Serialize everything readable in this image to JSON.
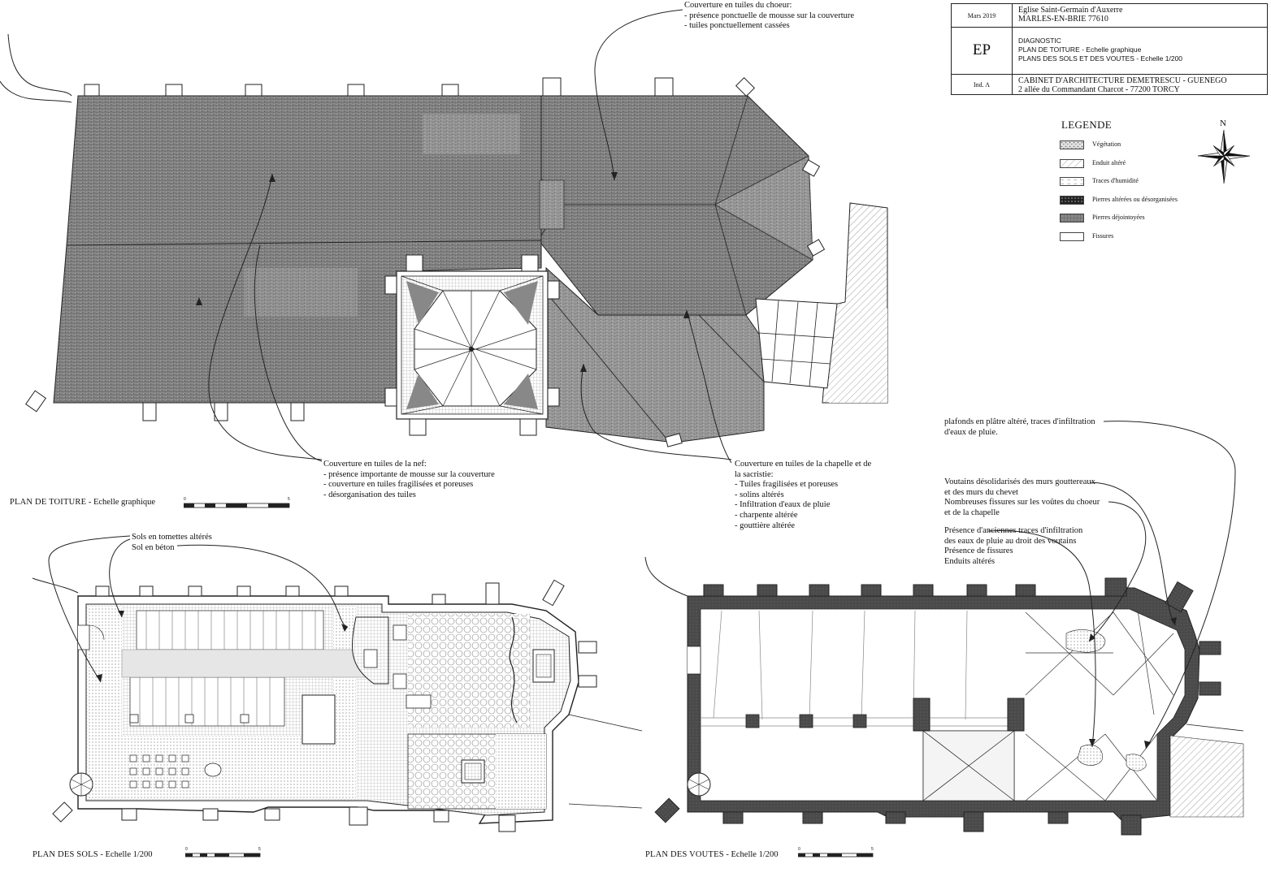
{
  "cartouche": {
    "date": "Mars 2019",
    "church": "Eglise Saint-Germain d'Auxerre",
    "town": "MARLES-EN-BRIE 77610",
    "phase": "EP",
    "doc_title": "DIAGNOSTIC",
    "doc_line1": "PLAN DE TOITURE - Echelle graphique",
    "doc_line2": "PLANS DES SOLS ET DES VOUTES - Echelle 1/200",
    "index": "Ind. A",
    "office": "CABINET D'ARCHITECTURE DEMETRESCU - GUENEGO",
    "address": "2 allée du Commandant Charcot - 77200 TORCY"
  },
  "legend": {
    "title": "LEGENDE",
    "items": [
      {
        "label": "Végétation",
        "pattern": "veg"
      },
      {
        "label": "Enduit altéré",
        "pattern": "hatch"
      },
      {
        "label": "Traces d'humidité",
        "pattern": "dash"
      },
      {
        "label": "Pierres altérées  ou désorganisées",
        "pattern": "dark"
      },
      {
        "label": "Pierres déjointoyées",
        "pattern": "grid"
      },
      {
        "label": "Fissures",
        "pattern": "none"
      }
    ]
  },
  "compass": {
    "north": "N"
  },
  "roof_plan": {
    "title_bold": "PLAN DE TOITURE",
    "title_rest": " - Echelle graphique",
    "scale_start": "0",
    "scale_end": "5",
    "notes": {
      "choeur": [
        "Couverture en tuiles du choeur:",
        "- présence ponctuelle de mousse sur la couverture",
        "- tuiles ponctuellement cassées"
      ],
      "nef": [
        "Couverture en tuiles de la nef:",
        "- présence importante de mousse sur la couverture",
        "- couverture en tuiles fragilisées et poreuses",
        "- désorganisation des tuiles"
      ],
      "chapelle": [
        "Couverture en tuiles de la chapelle et de",
        "la sacristie:",
        "- Tuiles fragilisées et poreuses",
        "- solins altérés",
        "- Infiltration d'eaux de pluie",
        "- charpente altérée",
        "- gouttière altérée"
      ]
    }
  },
  "floor_plan": {
    "title_bold": "PLAN DES SOLS",
    "title_rest": " - Echelle 1/200",
    "scale_start": "0",
    "scale_end": "5",
    "notes": [
      "Sols en tomettes altérés",
      "Sol en béton"
    ]
  },
  "vault_plan": {
    "title_bold": "PLAN DES VOUTES",
    "title_rest": " - Echelle 1/200",
    "scale_start": "0",
    "scale_end": "5",
    "notes": {
      "plafonds": [
        "plafonds en plâtre altéré, traces d'infiltration",
        "d'eaux de pluie."
      ],
      "voutains": [
        "Voutains désolidarisés des murs gouttereaux",
        "et des murs du chevet",
        "Nombreuses fissures sur les voûtes du choeur",
        "et de la chapelle"
      ],
      "traces": [
        "Présence d'anciennes traces d'infiltration",
        "des eaux de pluie au droit des voutains",
        "Présence de fissures",
        "Enduits altérés"
      ]
    }
  }
}
